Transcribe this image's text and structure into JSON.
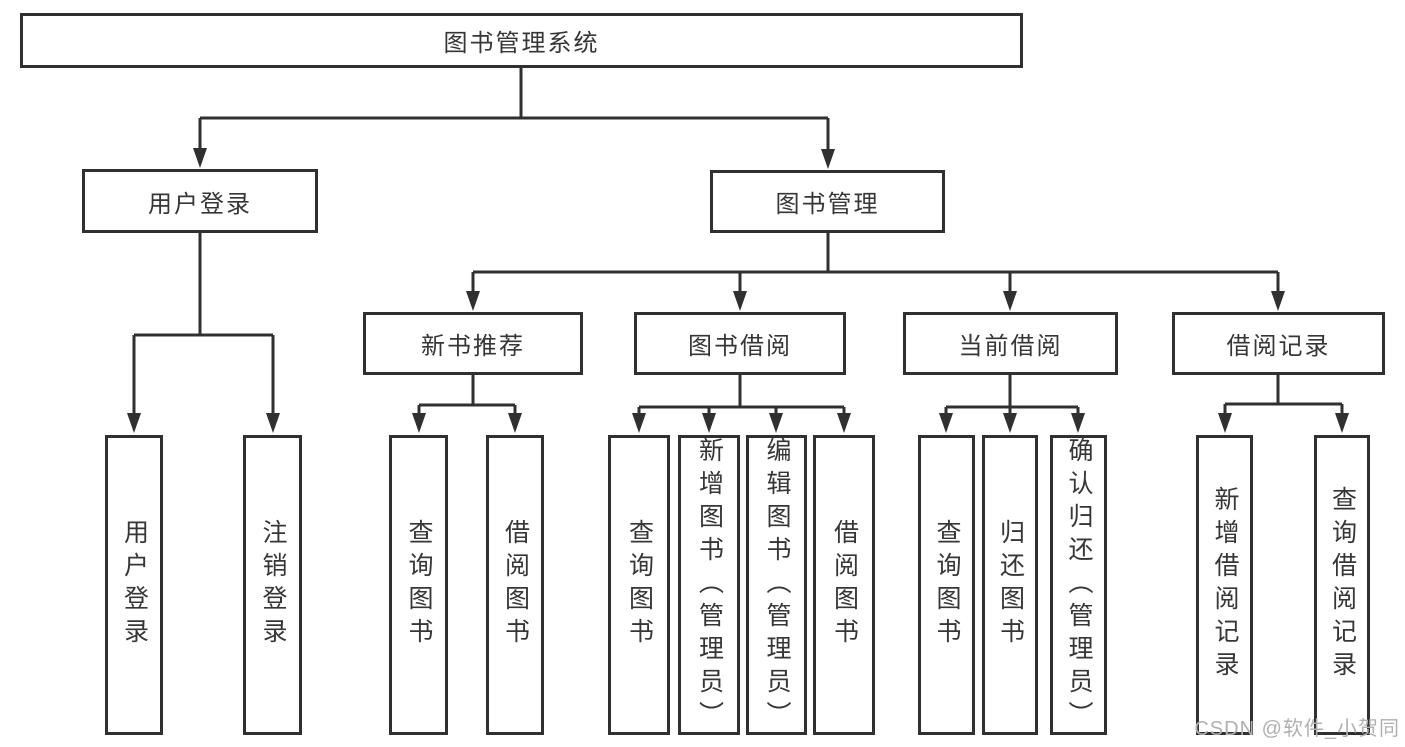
{
  "diagram": {
    "type": "hierarchy-tree",
    "root": {
      "label": "图书管理系统",
      "children": [
        {
          "label": "用户登录",
          "children": [
            {
              "label": "用户登录"
            },
            {
              "label": "注销登录"
            }
          ]
        },
        {
          "label": "图书管理",
          "children": [
            {
              "label": "新书推荐",
              "children": [
                {
                  "label": "查询图书"
                },
                {
                  "label": "借阅图书"
                }
              ]
            },
            {
              "label": "图书借阅",
              "children": [
                {
                  "label": "查询图书"
                },
                {
                  "label": "新增图书（管理员）"
                },
                {
                  "label": "编辑图书（管理员）"
                },
                {
                  "label": "借阅图书"
                }
              ]
            },
            {
              "label": "当前借阅",
              "children": [
                {
                  "label": "查询图书"
                },
                {
                  "label": "归还图书"
                },
                {
                  "label": "确认归还（管理员）"
                }
              ]
            },
            {
              "label": "借阅记录",
              "children": [
                {
                  "label": "新增借阅记录"
                },
                {
                  "label": "查询借阅记录"
                }
              ]
            }
          ]
        }
      ]
    }
  },
  "watermark": {
    "text": "CSDN @软件_小贺同学"
  },
  "colors": {
    "line": "#303030",
    "text": "#363636",
    "watermark": "#b0b0b0",
    "background": "#ffffff"
  }
}
